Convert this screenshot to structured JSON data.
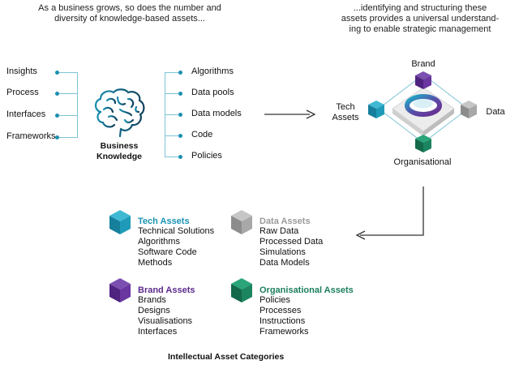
{
  "captions": {
    "left": "As a business grows, so does the number and diversity of knowledge-based assets...",
    "right": "...identifying and structuring these assets provides a universal understanding to enable strategic management",
    "left_lines": [
      "As a business grows, so does the number and",
      "diversity of knowledge-based assets..."
    ],
    "right_lines": [
      "...identifying and structuring these",
      "assets provides a universal understand-",
      "ing to enable strategic management"
    ]
  },
  "left_items": [
    "Insights",
    "Process",
    "Interfaces",
    "Frameworks"
  ],
  "center": {
    "label_line1": "Business",
    "label_line2": "Knowledge"
  },
  "right_items": [
    "Algorithms",
    "Data pools",
    "Data models",
    "Code",
    "Policies"
  ],
  "hub": {
    "top": "Brand",
    "left_line1": "Tech",
    "left_line2": "Assets",
    "right": "Data",
    "bottom": "Organisational"
  },
  "categories": [
    {
      "title": "Tech Assets",
      "items": [
        "Technical Solutions",
        "Algorithms",
        "Software Code",
        "Methods"
      ]
    },
    {
      "title": "Data Assets",
      "items": [
        "Raw Data",
        "Processed Data",
        "Simulations",
        "Data Models"
      ]
    },
    {
      "title": "Brand Assets",
      "items": [
        "Brands",
        "Designs",
        "Visualisations",
        "Interfaces"
      ]
    },
    {
      "title": "Organisational Assets",
      "items": [
        "Policies",
        "Processes",
        "Instructions",
        "Frameworks"
      ]
    }
  ],
  "footer": "Intellectual Asset Categories",
  "colors": {
    "tech": "#1a93b3",
    "data": "#9a9a9a",
    "brand": "#5b2a8c",
    "organisational": "#1b7f5c",
    "connector": "#1a8fb0",
    "arrow": "#333333"
  },
  "icons": {
    "brain": "brain-icon",
    "cube": "cube-icon"
  }
}
